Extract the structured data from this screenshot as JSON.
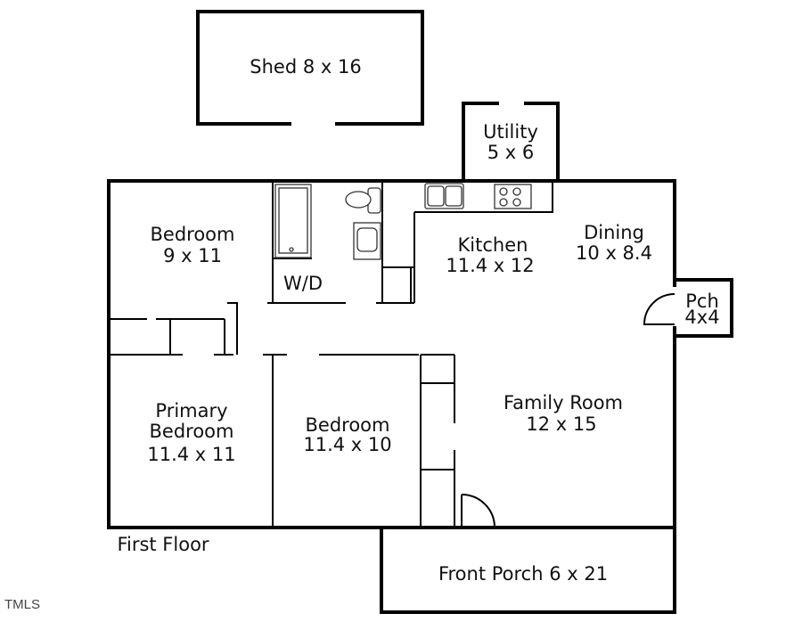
{
  "floor_label": "First Floor",
  "watermark": "TMLS",
  "rooms": {
    "shed": {
      "name": "Shed 8 x 16"
    },
    "utility": {
      "name": "Utility",
      "size": "5 x 6"
    },
    "bedroom_top": {
      "name": "Bedroom",
      "size": "9 x 11"
    },
    "laundry": {
      "name": "W/D"
    },
    "kitchen": {
      "name": "Kitchen",
      "size": "11.4 x 12"
    },
    "dining": {
      "name": "Dining",
      "size": "10 x 8.4"
    },
    "porch_side": {
      "name": "Pch",
      "size": "4x4"
    },
    "primary_bedroom": {
      "name": "Primary",
      "name2": "Bedroom",
      "size": "11.4 x 11"
    },
    "bedroom_mid": {
      "name": "Bedroom",
      "size": "11.4 x 10"
    },
    "family_room": {
      "name": "Family Room",
      "size": "12 x 15"
    },
    "front_porch": {
      "name": "Front Porch 6 x 21"
    }
  }
}
